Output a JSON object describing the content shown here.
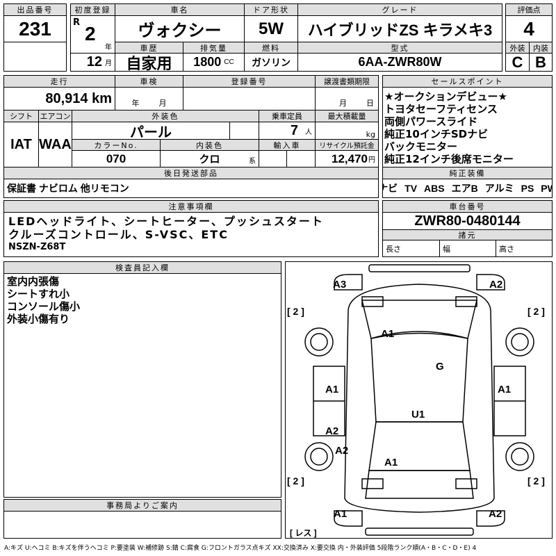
{
  "lot": {
    "label": "出品番号",
    "value": "231"
  },
  "first_reg": {
    "label": "初度登録",
    "era": "R",
    "year": "2",
    "year_unit": "年",
    "month": "12",
    "month_unit": "月"
  },
  "car_name": {
    "label": "車名",
    "value": "ヴォクシー"
  },
  "door": {
    "label": "ドア形状",
    "value": "5W"
  },
  "grade": {
    "label": "グレード",
    "value": "ハイブリッドZS キラメキ3"
  },
  "score": {
    "label": "評価点",
    "value": "4",
    "ext_label": "外装",
    "ext_value": "C",
    "int_label": "内装",
    "int_value": "B"
  },
  "history": {
    "label": "車歴",
    "value": "自家用"
  },
  "displacement": {
    "label": "排気量",
    "value": "1800",
    "unit": "CC"
  },
  "fuel": {
    "label": "燃料",
    "value": "ガソリン"
  },
  "model": {
    "label": "型式",
    "value": "6AA-ZWR80W"
  },
  "mileage": {
    "label": "走行",
    "value": "80,914 km"
  },
  "inspection": {
    "label": "車検",
    "year_unit": "年",
    "month_unit": "月"
  },
  "reg_no": {
    "label": "登録番号"
  },
  "transfer": {
    "label": "譲渡書類期限",
    "month_unit": "月",
    "day_unit": "日"
  },
  "shift": {
    "label": "シフト",
    "value": "IAT"
  },
  "aircon": {
    "label": "エアコン",
    "value": "WAA"
  },
  "ext_color": {
    "label": "外装色",
    "value": "パール"
  },
  "capacity": {
    "label": "乗車定員",
    "value": "7",
    "unit": "人"
  },
  "max_load": {
    "label": "最大積載量",
    "unit": "kg"
  },
  "color_no": {
    "label": "カラーNo.",
    "value": "070"
  },
  "int_color": {
    "label": "内装色",
    "value": "クロ",
    "unit": "系"
  },
  "import": {
    "label": "輸入車"
  },
  "recycle": {
    "label": "リサイクル預託金",
    "value": "12,470",
    "unit": "円"
  },
  "later_parts": {
    "label": "後日発送部品",
    "value": "保証書 ナビロム 他リモコン"
  },
  "sale_points": {
    "label": "セールスポイント",
    "items": [
      "★オークションデビュー★",
      "トヨタセーフティセンス",
      "両側パワースライド",
      "純正10インチSDナビ",
      "バックモニター",
      "純正12インチ後席モニター"
    ]
  },
  "equipment": {
    "label": "純正装備",
    "items": [
      "ナビ",
      "TV",
      "ABS",
      "エアB",
      "アルミ",
      "PS",
      "PW"
    ]
  },
  "notes": {
    "label": "注意事項欄",
    "lines": [
      "LEDヘッドライト、シートヒーター、プッシュスタート",
      "クルーズコントロール、S-VSC、ETC",
      "NSZN-Z68T"
    ]
  },
  "chassis": {
    "label": "車台番号",
    "value": "ZWR80-0480144",
    "spec_label": "諸元",
    "length": "長さ",
    "width": "幅",
    "height": "高さ"
  },
  "inspector": {
    "label": "検査員記入欄",
    "lines": [
      "室内内張傷",
      "シートすれ小",
      "コンソール傷小",
      "外装小傷有り"
    ]
  },
  "office": {
    "label": "事務局よりご案内"
  },
  "diagram": {
    "marks": [
      "A3",
      "A2",
      "[ 2 ]",
      "[ 2 ]",
      "A1",
      "G",
      "A1",
      "A1",
      "U1",
      "A2",
      "A2",
      "A1",
      "[ 2 ]",
      "[ 2 ]",
      "A1",
      "A2",
      "[ レス ]"
    ]
  },
  "legend": "A:キズ U:ヘコミ B:キズを伴うヘコミ P:要塗装 W:補修跡 S:錆 C:腐食 G:フロントガラス点キズ XX:交換済み X:要交換 内・外装評価 5段階ランク順(A・B・C・D・E) 4"
}
